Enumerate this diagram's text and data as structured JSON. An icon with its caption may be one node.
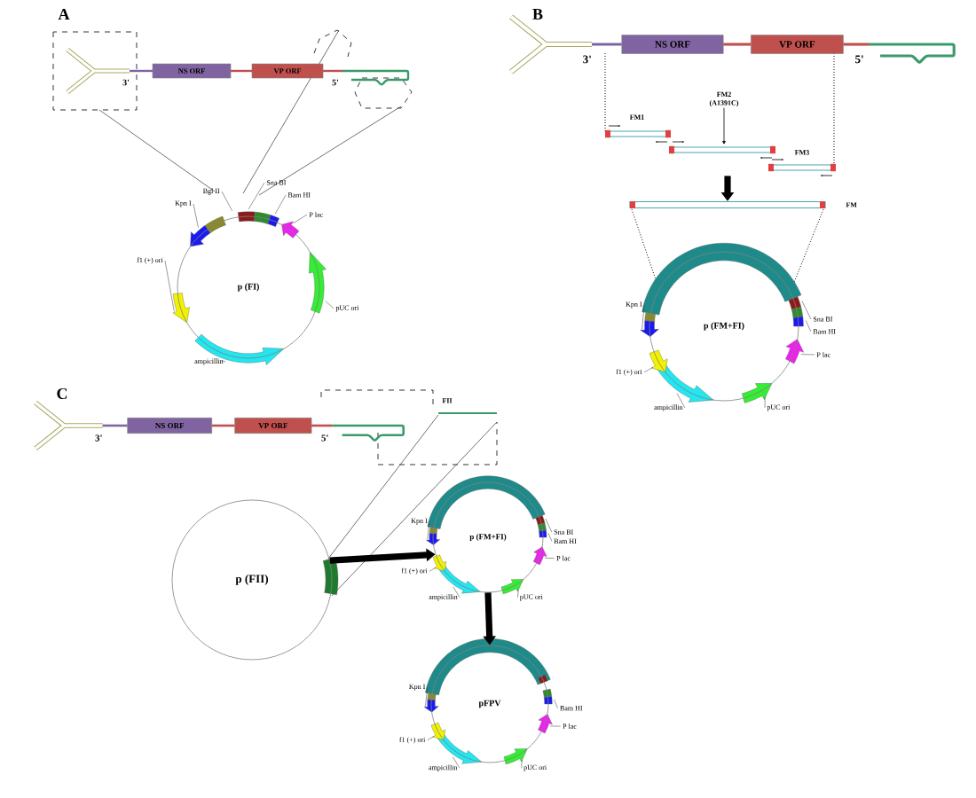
{
  "diagram": {
    "nodes": [
      {
        "text": [
          "NS ORF"
        ]
      },
      {
        "text": [
          "VP ORF"
        ]
      },
      {
        "text": [
          "p (FI)"
        ]
      },
      {
        "text": [
          "NS ORF"
        ]
      },
      {
        "text": [
          "VP ORF"
        ]
      },
      {
        "text": [
          "FM2 (A1391C)"
        ]
      },
      {
        "text": [],
        "shape": "bar",
        "beside": [
          "FM"
        ]
      },
      {
        "text": [
          "p (FM+FI)"
        ]
      },
      {
        "text": [
          "NS ORF"
        ]
      },
      {
        "text": [
          "VP ORF"
        ]
      },
      {
        "text": [
          "p (FII)"
        ]
      },
      {
        "text": [
          "p (FM+FI)"
        ]
      },
      {
        "text": [
          "pFPV"
        ]
      },
      {
        "text": [],
        "shape": "bar"
      }
    ],
    "edges": [
      {
        "from": 5,
        "to": 13,
        "arrow": "to"
      },
      {
        "from": 13,
        "to": 6,
        "arrow": "to"
      },
      {
        "from": 10,
        "to": 11,
        "arrow": "to"
      },
      {
        "from": 11,
        "to": 12,
        "arrow": "to"
      }
    ],
    "labels": [
      "A",
      "3'",
      "5'",
      "Bgl II",
      "Sna BI",
      "Kpn I",
      "Bam HI",
      "P lac",
      "f1 (+) ori",
      "pUC ori",
      "ampicillin",
      "B",
      "3'",
      "5'",
      "FM1",
      "FM3",
      "Kpn I",
      "Sna BI",
      "Bam HI",
      "P lac",
      "f1 (+) ori",
      "ampicillin",
      "pUC ori",
      "C",
      "3'",
      "5'",
      "FII",
      "Kpn I",
      "Sna BI",
      "Bam HI",
      "P lac",
      "f1 (+) ori",
      "ampicillin",
      "pUC ori",
      "Kpn I",
      "Bam HI",
      "P lac",
      "f1 (+) ori",
      "ampicillin",
      "pUC ori"
    ]
  }
}
